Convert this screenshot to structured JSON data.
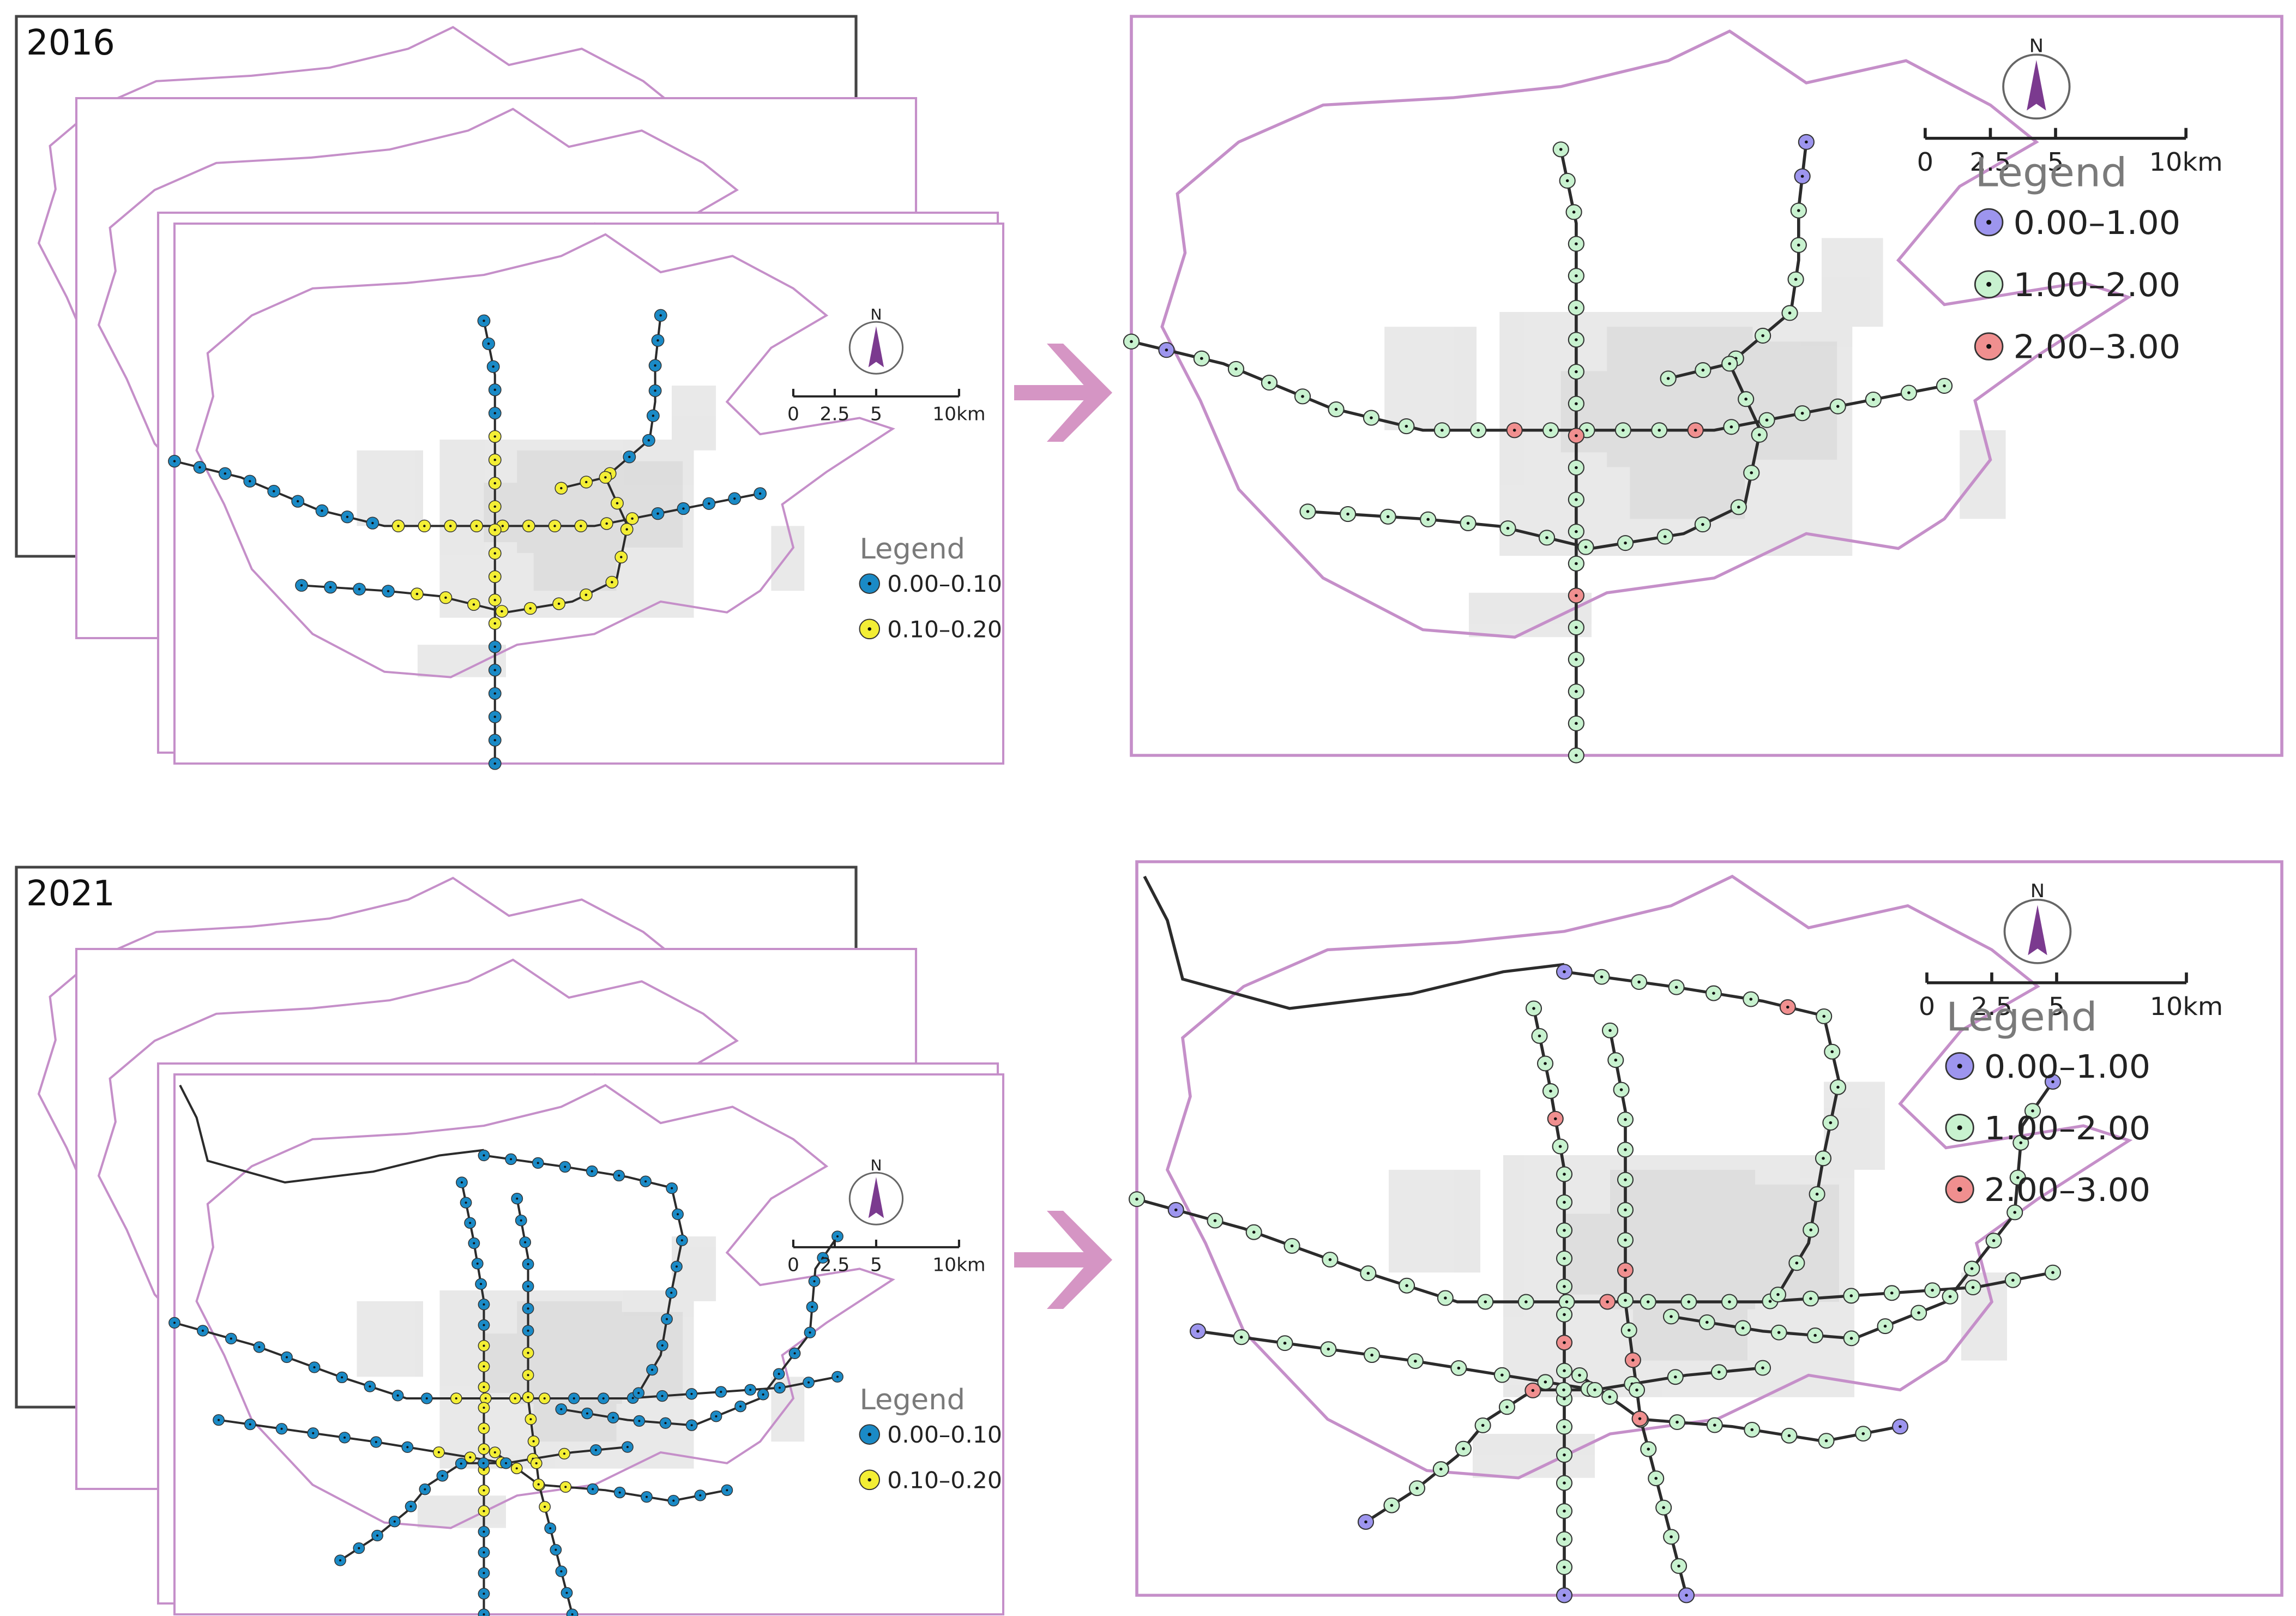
{
  "panels": {
    "top_left": {
      "year": "2016",
      "legend_title": "Legend",
      "legend_items": [
        {
          "label": "0.00–0.10",
          "color": "#1a8ac6"
        },
        {
          "label": "0.10–0.20",
          "color": "#f3ee35"
        }
      ]
    },
    "top_right": {
      "legend_title": "Legend",
      "legend_items": [
        {
          "label": "0.00–1.00",
          "color": "#9d95ee"
        },
        {
          "label": "1.00–2.00",
          "color": "#c8f2cf"
        },
        {
          "label": "2.00–3.00",
          "color": "#f08f8f"
        }
      ]
    },
    "bottom_left": {
      "year": "2021",
      "legend_title": "Legend",
      "legend_items": [
        {
          "label": "0.00–0.10",
          "color": "#1a8ac6"
        },
        {
          "label": "0.10–0.20",
          "color": "#f3ee35"
        }
      ]
    },
    "bottom_right": {
      "legend_title": "Legend",
      "legend_items": [
        {
          "label": "0.00–1.00",
          "color": "#9d95ee"
        },
        {
          "label": "1.00–2.00",
          "color": "#c8f2cf"
        },
        {
          "label": "2.00–3.00",
          "color": "#f08f8f"
        }
      ]
    }
  },
  "scale_bar": {
    "ticks": [
      "0",
      "2.5",
      "5",
      "10km"
    ]
  },
  "north_label": "N",
  "colors": {
    "boundary": "#c58fc9",
    "rail": "#2b2b2b",
    "arrow": "#d595c4",
    "frame": "#c58fc9"
  },
  "icons": [
    "north-arrow-icon",
    "right-arrow-icon",
    "station-marker-icon"
  ]
}
